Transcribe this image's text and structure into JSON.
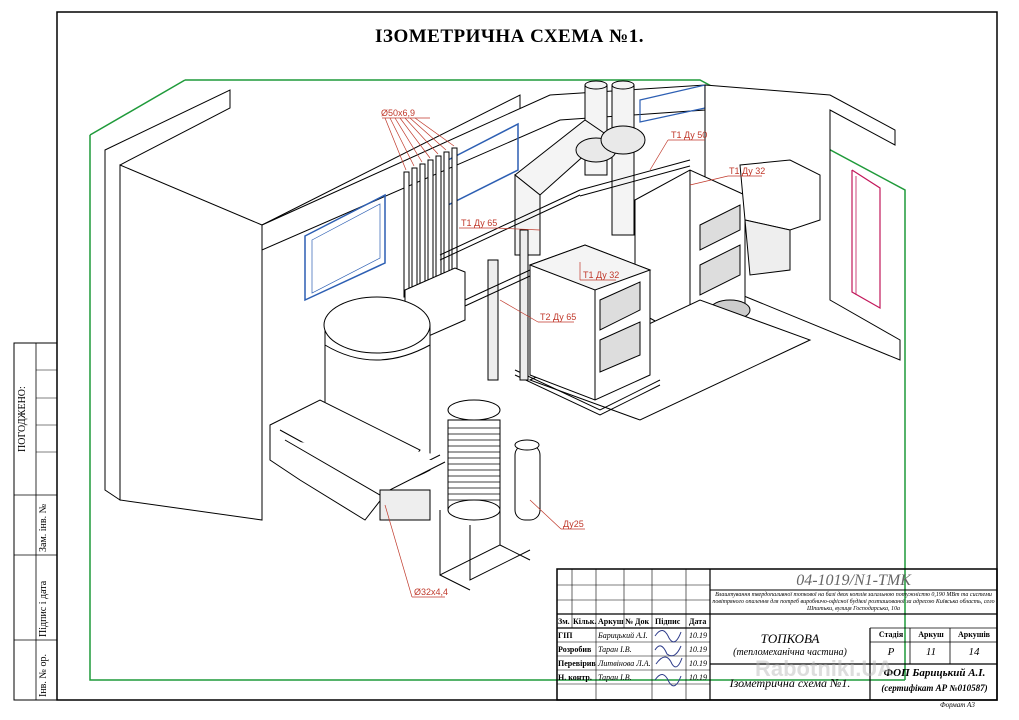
{
  "title": "ІЗОМЕТРИЧНА СХЕМА №1.",
  "labels": {
    "pipe_bundle": "Ø50х6,9",
    "t1_du50": "Т1 Ду 50",
    "t1_du32_right": "Т1 Ду 32",
    "t1_du65": "Т1 Ду 65",
    "t1_du32_left": "Т1 Ду 32",
    "t2_du65": "Т2 Ду 65",
    "du25": "Ду25",
    "pipe_32": "Ø32х4,4"
  },
  "side_stamp": {
    "agreed": "ПОГОДЖЕНО:",
    "replace_inv": "Зам. інв. №",
    "sign_date": "Підпис і дата",
    "inv_no": "Інв. № ор."
  },
  "title_block": {
    "code": "04-1019/N1-ТМК",
    "description": "Влаштування твердопаливної топкової на базі двох котлів загальною потужністю 0,190 МВт та системи повітряного опалення для потреб виробничо-офісної будівлі розташованої за адресою Київська область, село Шпитьки, вулиця Господарська, 10а",
    "headers": [
      "Зм.",
      "Кільк.",
      "Аркуш",
      "№ Док",
      "Підпис",
      "Дата"
    ],
    "roles": [
      {
        "role": "ГІП",
        "name": "Барицький А.І.",
        "date": "10.19"
      },
      {
        "role": "Розробив",
        "name": "Таран І.В.",
        "date": "10.19"
      },
      {
        "role": "Перевірив",
        "name": "Литвінова Л.А.",
        "date": "10.19"
      },
      {
        "role": "Н. контр.",
        "name": "Таран І.В.",
        "date": "10.19"
      }
    ],
    "object_title": "ТОПКОВА",
    "object_subtitle": "(тепломеханічна частина)",
    "sheet_title": "Ізометрична схема №1.",
    "stage_label": "Стадія",
    "sheet_label": "Аркуш",
    "sheets_label": "Аркушів",
    "stage_value": "Р",
    "sheet_value": "11",
    "sheets_value": "14",
    "company": "ФОП Барицький А.І.",
    "certificate": "(сертифікат АР №010587)",
    "format": "Формат А3"
  },
  "watermark": "Rabotniki.UA",
  "colors": {
    "frame": "#000000",
    "green_outline": "#1f9a3a",
    "blue_window": "#2d5fb3",
    "red_labels": "#c0392b",
    "pink_door": "#c2185b"
  }
}
